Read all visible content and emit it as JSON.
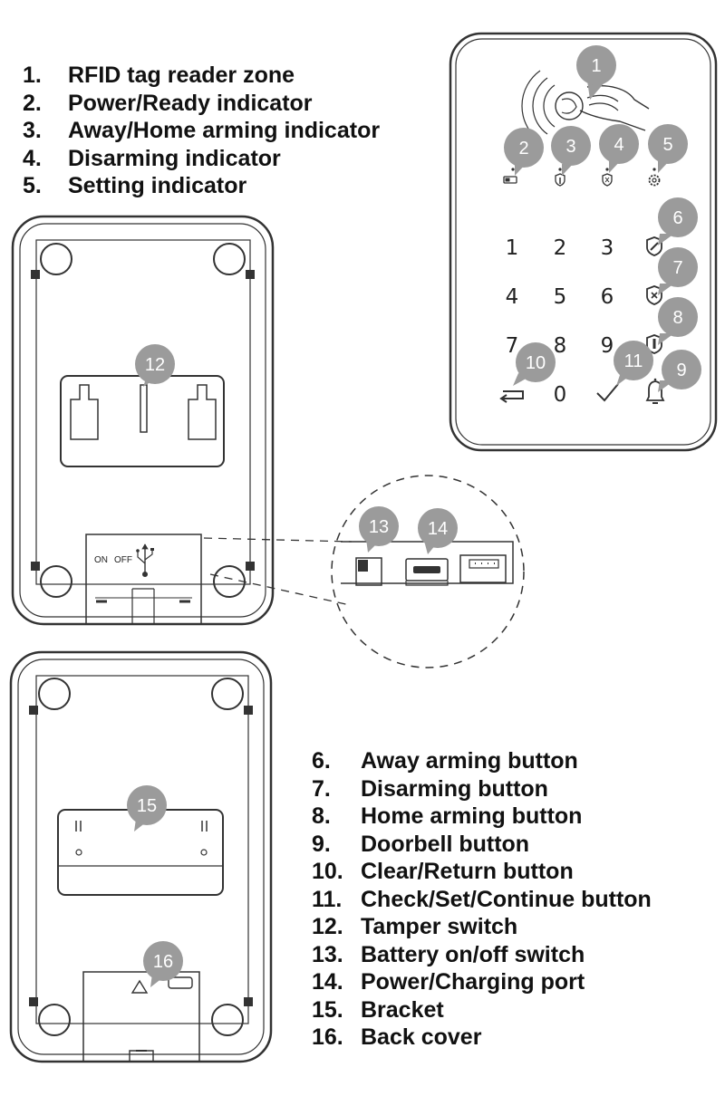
{
  "legend_top": [
    {
      "num": "1.",
      "label": "RFID tag reader zone"
    },
    {
      "num": "2.",
      "label": "Power/Ready indicator"
    },
    {
      "num": "3.",
      "label": "Away/Home arming indicator"
    },
    {
      "num": "4.",
      "label": "Disarming indicator"
    },
    {
      "num": "5.",
      "label": "Setting indicator"
    }
  ],
  "legend_bottom": [
    {
      "num": "6.",
      "label": "Away arming button"
    },
    {
      "num": "7.",
      "label": "Disarming button"
    },
    {
      "num": "8.",
      "label": "Home arming button"
    },
    {
      "num": "9.",
      "label": "Doorbell button"
    },
    {
      "num": "10.",
      "label": "Clear/Return button"
    },
    {
      "num": "11.",
      "label": "Check/Set/Continue button"
    },
    {
      "num": "12.",
      "label": "Tamper switch"
    },
    {
      "num": "13.",
      "label": "Battery on/off switch"
    },
    {
      "num": "14.",
      "label": "Power/Charging port"
    },
    {
      "num": "15.",
      "label": "Bracket"
    },
    {
      "num": "16.",
      "label": "Back cover"
    }
  ],
  "callouts": [
    "1",
    "2",
    "3",
    "4",
    "5",
    "6",
    "7",
    "8",
    "9",
    "10",
    "11",
    "12",
    "13",
    "14",
    "15",
    "16"
  ],
  "keypad_keys": [
    "1",
    "2",
    "3",
    "4",
    "5",
    "6",
    "7",
    "8",
    "9",
    "0"
  ],
  "switch_labels": {
    "on": "ON",
    "off": "OFF"
  },
  "colors": {
    "callout_fill": "#9b9b9b",
    "line": "#333333"
  }
}
